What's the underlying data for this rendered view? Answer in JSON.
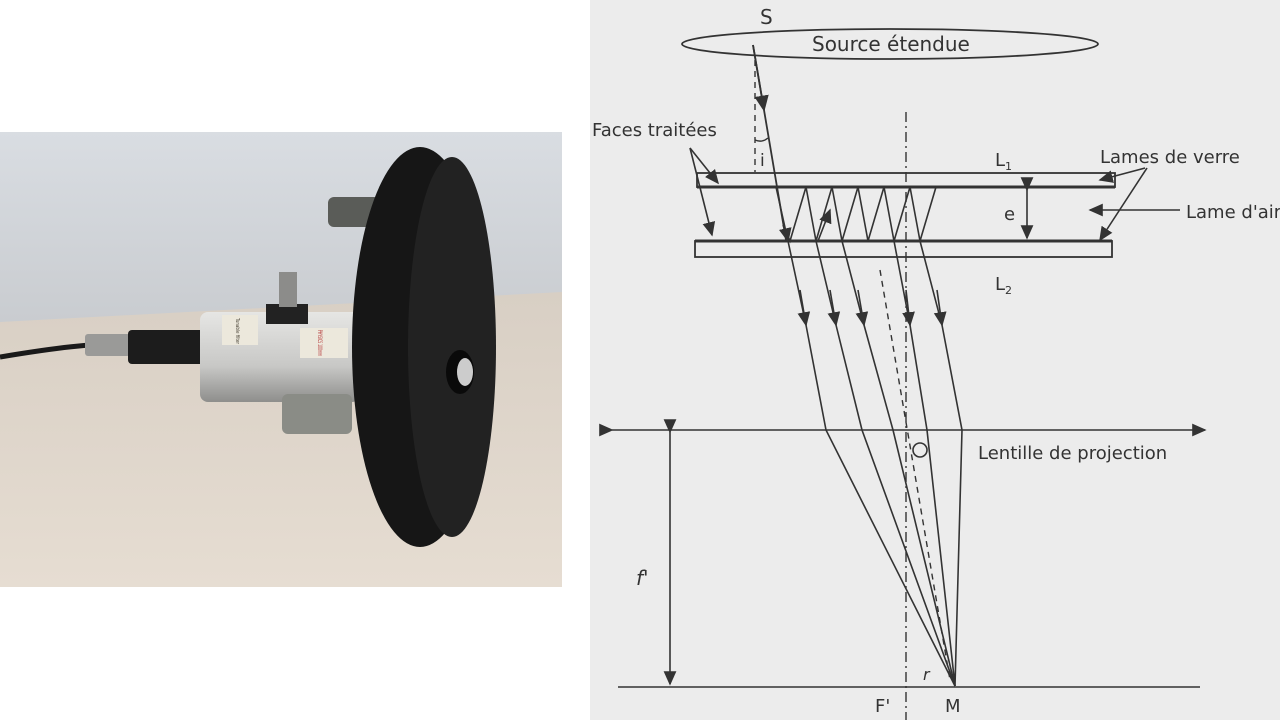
{
  "photo": {
    "label_left": "Tunable filter",
    "label_right": "PHYSICS 100mm"
  },
  "diagram": {
    "source_point": "S",
    "source_label": "Source étendue",
    "faces_label": "Faces traitées",
    "angle_i": "i",
    "plate1": "L",
    "plate1_sub": "1",
    "plate2": "L",
    "plate2_sub": "2",
    "glass_label": "Lames de verre",
    "gap_label": "e",
    "air_label": "Lame d'air",
    "lens_label": "Lentille de projection",
    "center_label": "O",
    "focal_label": "f'",
    "focus_label": "F'",
    "point_label": "M",
    "radius_label": "r"
  }
}
